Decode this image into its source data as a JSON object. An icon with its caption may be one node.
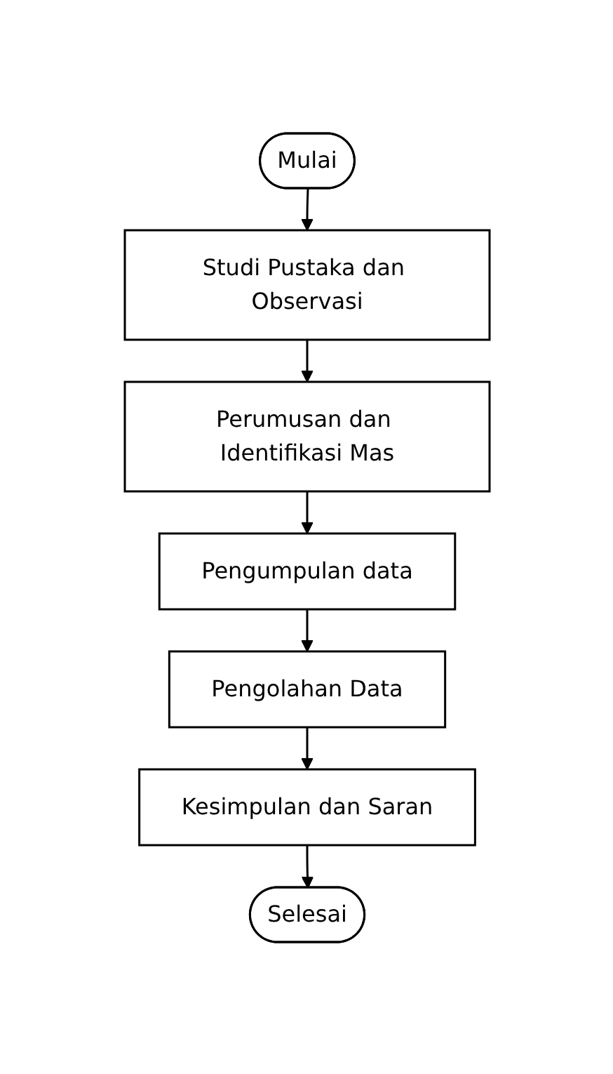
{
  "diagram": {
    "nodes": [
      {
        "text": [
          "Mulai"
        ]
      },
      {
        "text": [
          "Studi Pustaka dan Observasi"
        ]
      },
      {
        "text": [
          "Perumusan dan Identifikasi Mas"
        ]
      },
      {
        "text": [
          "Pengumpulan data"
        ]
      },
      {
        "text": [
          "Pengolahan Data"
        ]
      },
      {
        "text": [
          "Kesimpulan dan Saran"
        ]
      },
      {
        "text": [
          "Selesai"
        ]
      }
    ],
    "edges": [
      {
        "from": 0,
        "to": 1,
        "arrow": "to"
      },
      {
        "from": 1,
        "to": 2,
        "arrow": "to"
      },
      {
        "from": 2,
        "to": 3,
        "arrow": "to"
      },
      {
        "from": 3,
        "to": 4,
        "arrow": "to"
      },
      {
        "from": 4,
        "to": 5,
        "arrow": "to"
      },
      {
        "from": 5,
        "to": 6,
        "arrow": "to"
      }
    ]
  }
}
